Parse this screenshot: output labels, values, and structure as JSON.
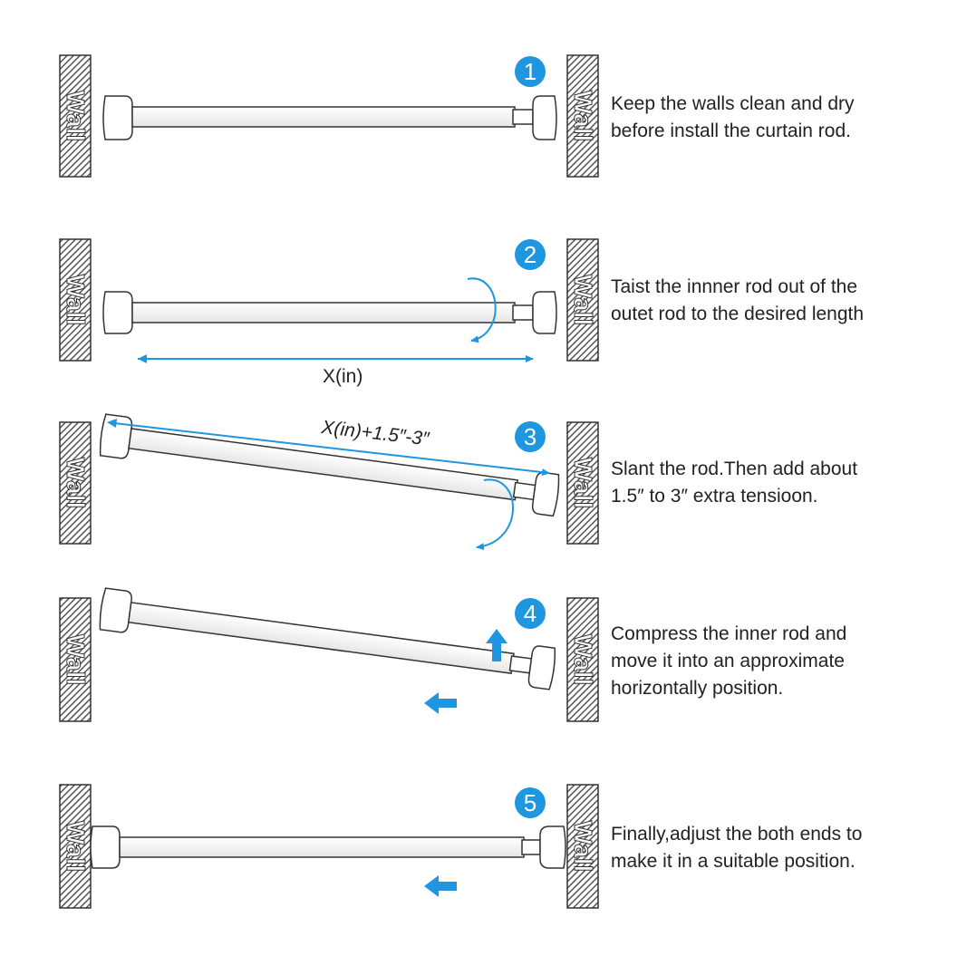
{
  "wall_label": "Wall",
  "accent_color": "#1f96e0",
  "steps": [
    {
      "number": "1",
      "lines": [
        "Keep the walls clean and dry",
        "before install the curtain rod."
      ]
    },
    {
      "number": "2",
      "lines": [
        "Taist the innner rod out of the",
        "outet rod to the desired length"
      ],
      "measure_label": "X(in)"
    },
    {
      "number": "3",
      "lines": [
        "Slant the rod.Then add about",
        "1.5″ to 3″ extra tensioon."
      ],
      "measure_label": "X(in)+1.5″-3″"
    },
    {
      "number": "4",
      "lines": [
        "Compress the inner rod and",
        "move it into an approximate",
        "horizontally position."
      ]
    },
    {
      "number": "5",
      "lines": [
        "Finally,adjust the both ends to",
        "make it in a suitable position."
      ]
    }
  ]
}
